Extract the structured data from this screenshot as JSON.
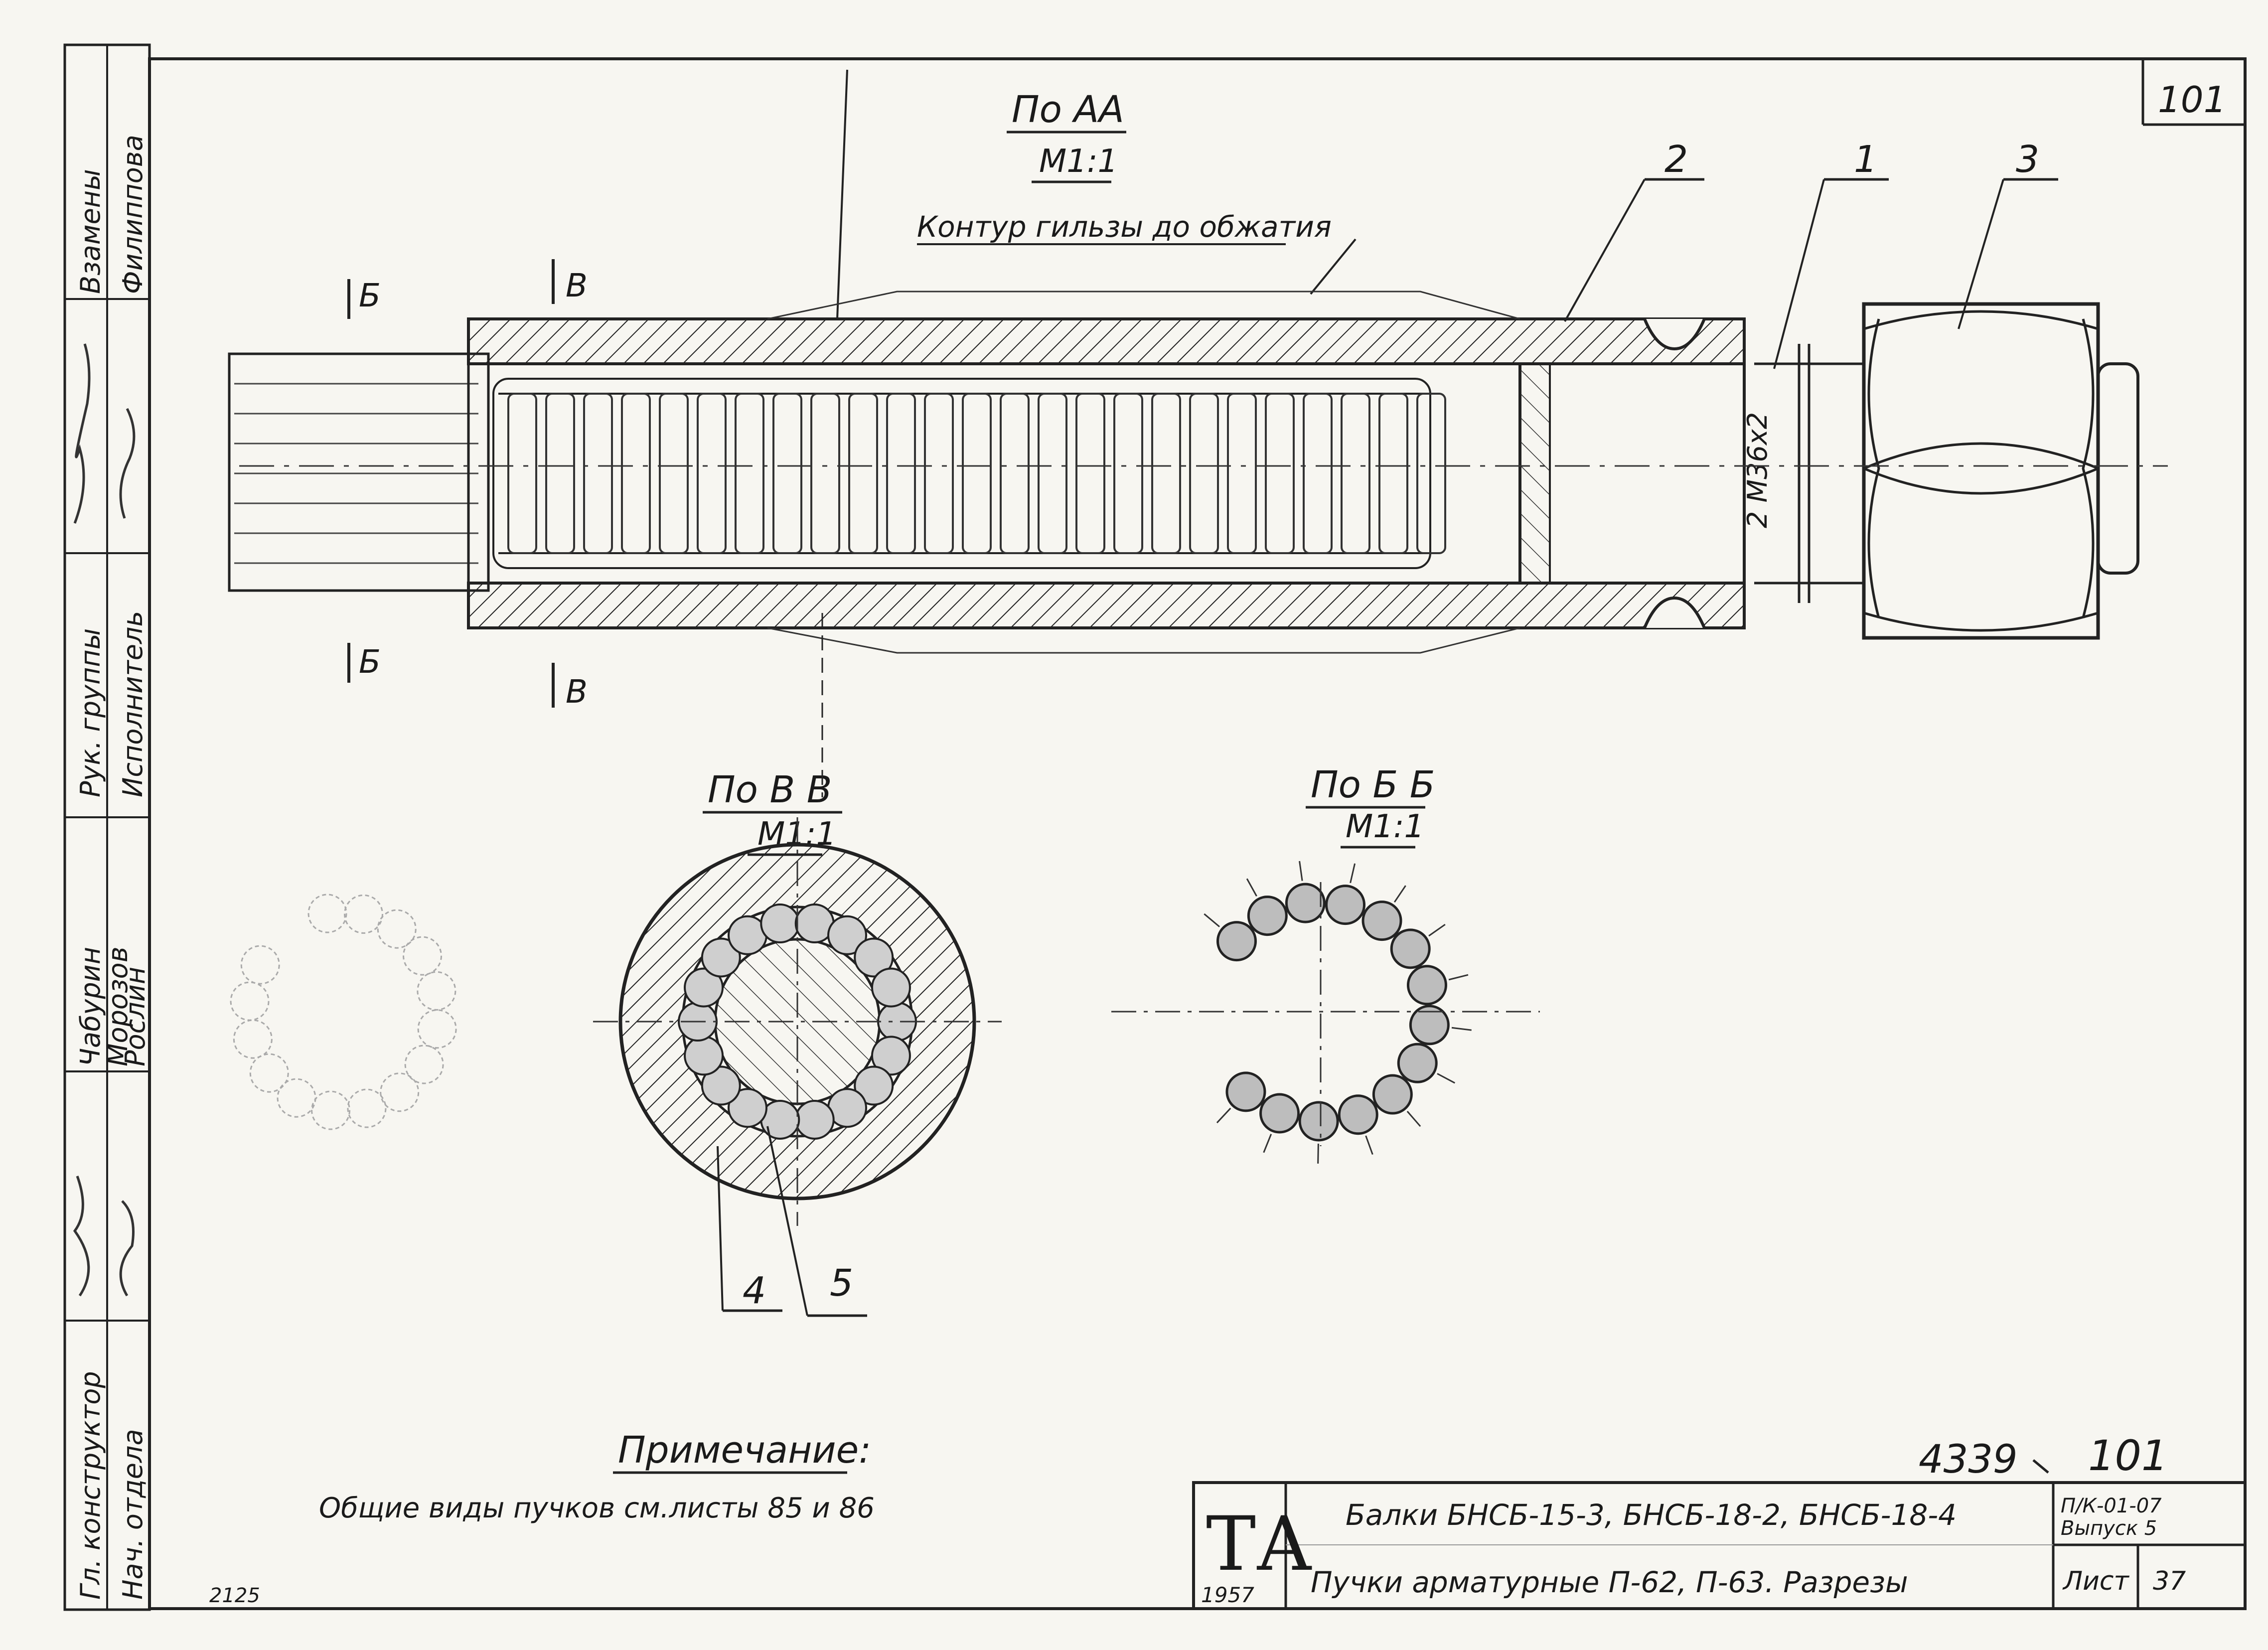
{
  "sheet_number_top": "101",
  "section_aa": {
    "title": "По АА",
    "scale": "М1:1"
  },
  "sleeve_contour_label": "Контур гильзы до обжатия",
  "section_marks": {
    "b": "Б",
    "v": "В"
  },
  "callouts": {
    "c1": "1",
    "c2": "2",
    "c3": "3",
    "c4": "4",
    "c5": "5"
  },
  "thread_label": "2 М36х2",
  "section_vv": {
    "title": "По В В",
    "scale": "М1:1"
  },
  "section_bb": {
    "title": "По Б Б",
    "scale": "М1:1"
  },
  "note": {
    "title": "Примечание:",
    "text": "Общие виды пучков см.листы 85 и 86"
  },
  "drawing_number": "4339",
  "drawing_sheet_ref": "101",
  "small_mark_bottom_left": "2125",
  "side_stamp": {
    "rows": [
      {
        "role": "Взамены",
        "name": "Филиппова"
      },
      {
        "role": "Рук. группы",
        "name": ""
      },
      {
        "role": "Исполнитель",
        "name": ""
      },
      {
        "role": "Чабурин",
        "name": "Морозов"
      },
      {
        "role": "",
        "name": "Рослин"
      },
      {
        "role": "Гл. конструктор",
        "name": ""
      },
      {
        "role": "Нач. отдела",
        "name": ""
      }
    ]
  },
  "title_block": {
    "logo": "ТА",
    "year": "1957",
    "line1": "Балки БНСБ-15-3, БНСБ-18-2, БНСБ-18-4",
    "line2": "Пучки арматурные П-62, П-63. Разрезы",
    "series": "П/К-01-07",
    "issue": "Выпуск 5",
    "sheet_label": "Лист",
    "sheet_value": "37"
  }
}
